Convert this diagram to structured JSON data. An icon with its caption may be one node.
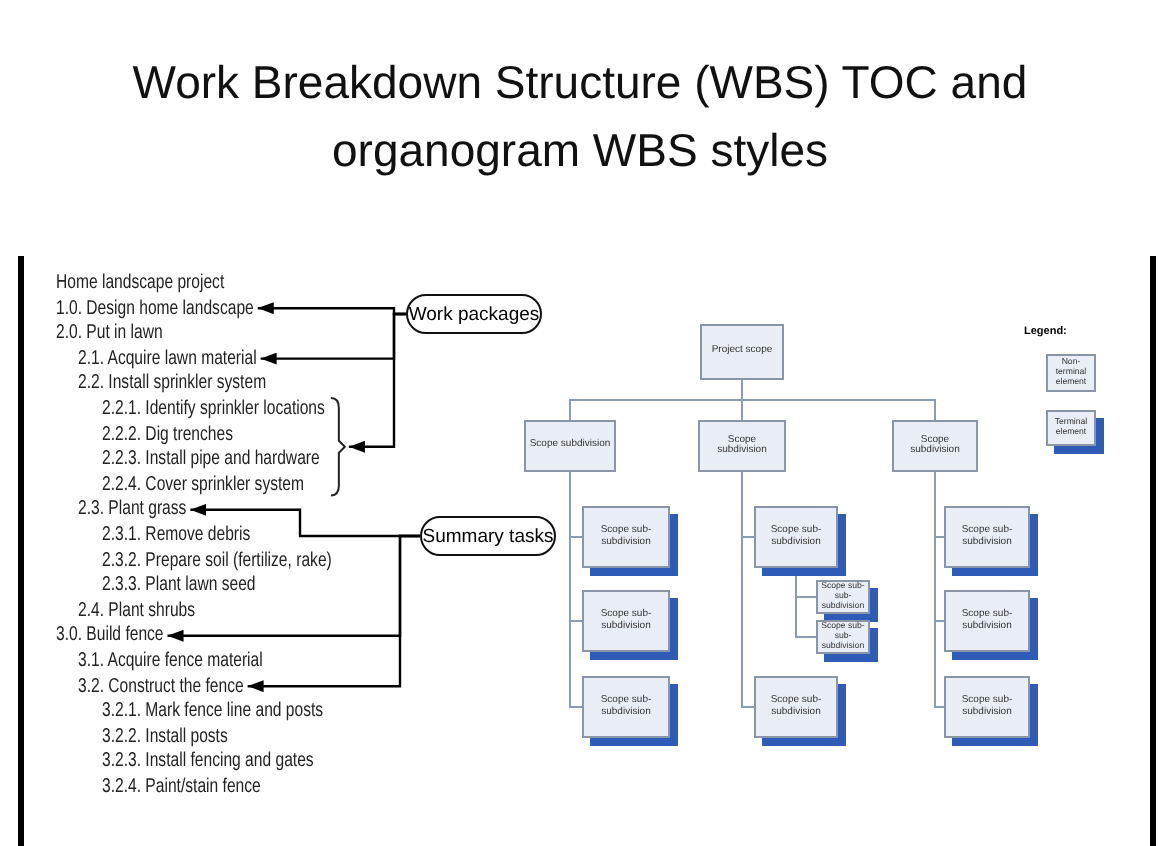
{
  "diagram": {
    "title": "Work Breakdown Structure (WBS) TOC and organogram WBS styles",
    "nodes": [
      {
        "text": [
          "1.0. Design home landscape"
        ]
      },
      {
        "text": [
          "2.1. Acquire lawn material"
        ]
      },
      {
        "text": [],
        "shape": "bracket"
      },
      {
        "text": [
          "2.3. Plant grass"
        ]
      },
      {
        "text": [
          "3.0. Build fence"
        ]
      },
      {
        "text": [
          "3.2. Construct the fence"
        ]
      },
      {
        "text": [
          "Work packages"
        ]
      },
      {
        "text": [
          "Summary tasks"
        ]
      },
      {
        "text": [
          "Project scope"
        ]
      },
      {
        "text": [
          "Scope subdivision"
        ]
      },
      {
        "text": [
          "Scope subdivision"
        ]
      },
      {
        "text": [
          "Scope subdivision"
        ]
      },
      {
        "text": [
          "Scope sub-subdivision"
        ]
      },
      {
        "text": [
          "Scope sub-subdivision"
        ]
      },
      {
        "text": [
          "Scope sub-subdivision"
        ]
      },
      {
        "text": [
          "Scope sub-subdivision"
        ]
      },
      {
        "text": [
          "Scope sub-sub-subdivision"
        ]
      },
      {
        "text": [
          "Scope sub-sub-subdivision"
        ]
      },
      {
        "text": [
          "Scope sub-subdivision"
        ]
      },
      {
        "text": [
          "Scope sub-subdivision"
        ]
      },
      {
        "text": [
          "Scope sub-subdivision"
        ]
      },
      {
        "text": [
          "Scope sub-subdivision"
        ]
      }
    ],
    "edges": [
      {
        "from": 6,
        "to": 0,
        "arrow": "to",
        "color": "#000000"
      },
      {
        "from": 6,
        "to": 1,
        "arrow": "to",
        "color": "#000000"
      },
      {
        "from": 6,
        "to": 2,
        "arrow": "to",
        "color": "#000000"
      },
      {
        "from": 7,
        "to": 3,
        "arrow": "to",
        "color": "#000000"
      },
      {
        "from": 7,
        "to": 4,
        "arrow": "to",
        "color": "#000000"
      },
      {
        "from": 7,
        "to": 5,
        "arrow": "to",
        "color": "#000000"
      },
      {
        "from": 8,
        "to": 9,
        "arrow": "none"
      },
      {
        "from": 8,
        "to": 10,
        "arrow": "none"
      },
      {
        "from": 8,
        "to": 11,
        "arrow": "none"
      },
      {
        "from": 9,
        "to": 12,
        "arrow": "none"
      },
      {
        "from": 9,
        "to": 13,
        "arrow": "none"
      },
      {
        "from": 9,
        "to": 14,
        "arrow": "none"
      },
      {
        "from": 10,
        "to": 15,
        "arrow": "none"
      },
      {
        "from": 15,
        "to": 16,
        "arrow": "none"
      },
      {
        "from": 15,
        "to": 17,
        "arrow": "none"
      },
      {
        "from": 10,
        "to": 18,
        "arrow": "none"
      },
      {
        "from": 11,
        "to": 19,
        "arrow": "none"
      },
      {
        "from": 11,
        "to": 20,
        "arrow": "none"
      },
      {
        "from": 11,
        "to": 21,
        "arrow": "none"
      }
    ],
    "labels": [
      "Home landscape project",
      "2.0. Put in lawn",
      "2.2. Install sprinkler system",
      "2.2.1. Identify sprinkler locations",
      "2.2.2. Dig trenches",
      "2.2.3. Install pipe and hardware",
      "2.2.4. Cover sprinkler system",
      "2.3.1. Remove debris",
      "2.3.2. Prepare soil (fertilize, rake)",
      "2.3.3. Plant lawn seed",
      "2.4. Plant shrubs",
      "3.1. Acquire fence material",
      "3.2.1. Mark fence line and posts",
      "3.2.2. Install posts",
      "3.2.3. Install fencing and gates",
      "3.2.4. Paint/stain fence",
      "Legend:"
    ],
    "legend": [
      {
        "text": "Non-terminal element"
      },
      {
        "text": "Terminal element"
      }
    ]
  }
}
